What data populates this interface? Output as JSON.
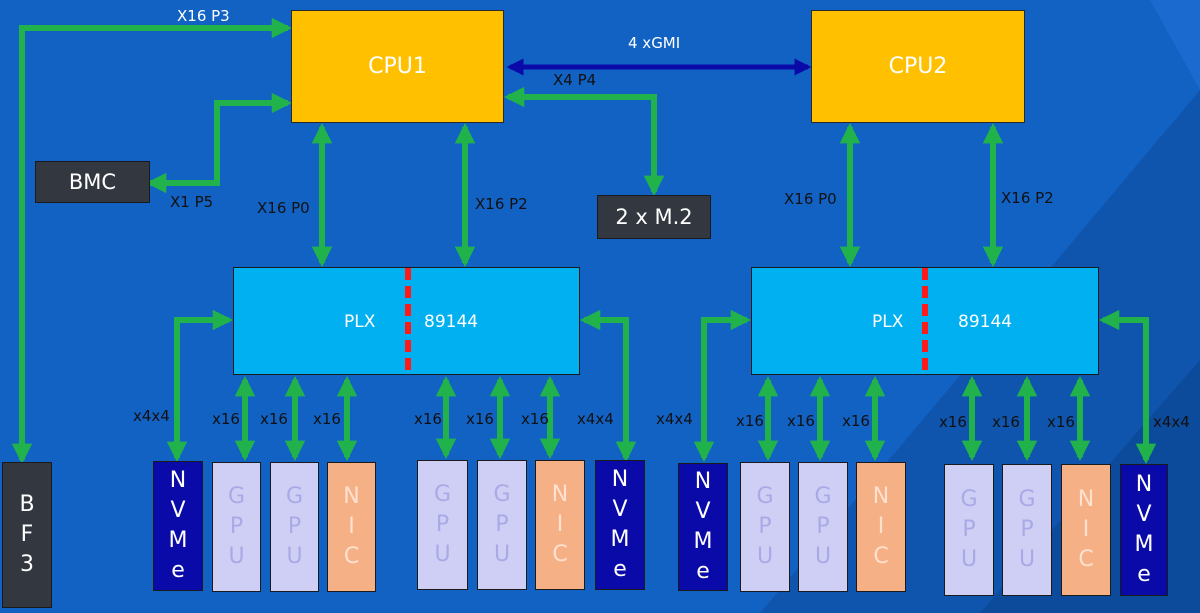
{
  "cpus": {
    "cpu1": "CPU1",
    "cpu2": "CPU2"
  },
  "bmc": "BMC",
  "m2": "2 x M.2",
  "bf3": [
    "B",
    "F",
    "3"
  ],
  "plx": {
    "left": "PLX",
    "right": "89144"
  },
  "links": {
    "xgmi": "4 xGMI",
    "x16p3": "X16 P3",
    "x4p4": "X4 P4",
    "x1p5": "X1 P5",
    "x16p0": "X16 P0",
    "x16p2": "X16 P2",
    "x16": "x16",
    "x4x4": "x4x4"
  },
  "device_letters": {
    "gpu": [
      "G",
      "P",
      "U"
    ],
    "nic": [
      "N",
      "I",
      "C"
    ],
    "nvme": [
      "N",
      "V",
      "M",
      "e"
    ]
  },
  "colors": {
    "background": "#1262c4",
    "link_green": "#22b24c",
    "xgmi_blue": "#0a0aa8",
    "cpu": "#ffc000",
    "plx": "#00b0f0",
    "plx_divider": "#ff1a1a"
  }
}
